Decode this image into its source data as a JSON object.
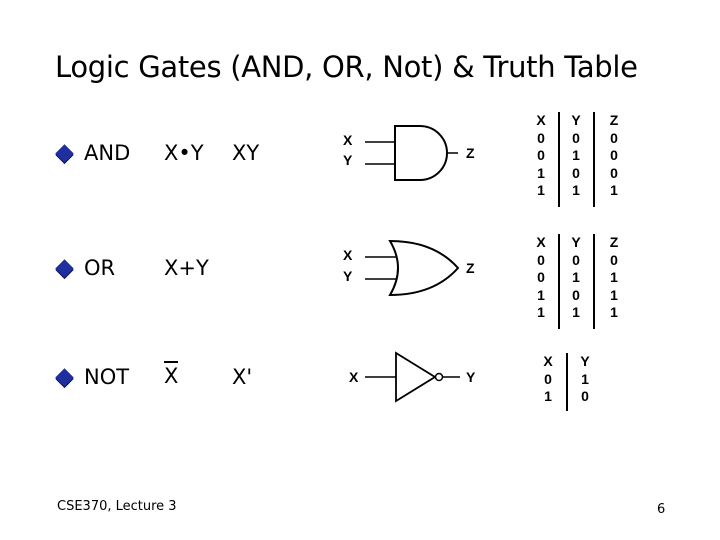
{
  "slide": {
    "title": "Logic Gates (AND, OR, Not) & Truth Table",
    "footer": "CSE370, Lecture 3",
    "page_number": "6"
  },
  "gates": [
    {
      "name": "AND",
      "expr": "X•Y",
      "alt": "XY",
      "inputs": [
        "X",
        "Y"
      ],
      "output": "Z",
      "table": {
        "headers": [
          "X",
          "Y",
          "Z"
        ],
        "rows": [
          [
            "0",
            "0",
            "0"
          ],
          [
            "0",
            "1",
            "0"
          ],
          [
            "1",
            "0",
            "0"
          ],
          [
            "1",
            "1",
            "1"
          ]
        ]
      }
    },
    {
      "name": "OR",
      "expr": "X+Y",
      "alt": "",
      "inputs": [
        "X",
        "Y"
      ],
      "output": "Z",
      "table": {
        "headers": [
          "X",
          "Y",
          "Z"
        ],
        "rows": [
          [
            "0",
            "0",
            "0"
          ],
          [
            "0",
            "1",
            "1"
          ],
          [
            "1",
            "0",
            "1"
          ],
          [
            "1",
            "1",
            "1"
          ]
        ]
      }
    },
    {
      "name": "NOT",
      "expr": "X",
      "alt": "X'",
      "inputs": [
        "X"
      ],
      "output": "Y",
      "table": {
        "headers": [
          "X",
          "Y"
        ],
        "rows": [
          [
            "0",
            "1"
          ],
          [
            "1",
            "0"
          ]
        ]
      }
    }
  ],
  "icons": {
    "bullet": "diamond-bullet-icon"
  },
  "colors": {
    "bullet": "#1f2fa0"
  }
}
